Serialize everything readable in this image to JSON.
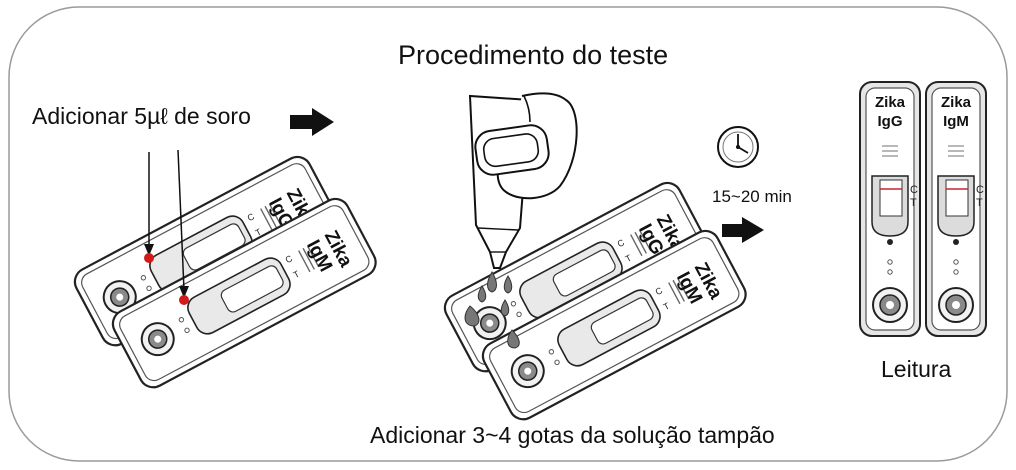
{
  "title": "Procedimento do teste",
  "step1": {
    "label": "Adicionar 5µℓ de soro"
  },
  "step2": {
    "label": "Adicionar 3~4 gotas da solução tampão"
  },
  "step3": {
    "time": "15~20 min"
  },
  "result": {
    "label": "Leitura"
  },
  "cassettes": {
    "igg": {
      "line1": "Zika",
      "line2": "IgG"
    },
    "igm": {
      "line1": "Zika",
      "line2": "IgM"
    },
    "control_mark": "C",
    "test_mark": "T"
  },
  "colors": {
    "sample_drop": "#d21a1a",
    "result_line": "#c2272d",
    "outline": "#222222"
  },
  "icons": [
    "right-arrow-icon",
    "clock-icon",
    "dropper-icon",
    "hand-icon",
    "buffer-drop-icon"
  ]
}
